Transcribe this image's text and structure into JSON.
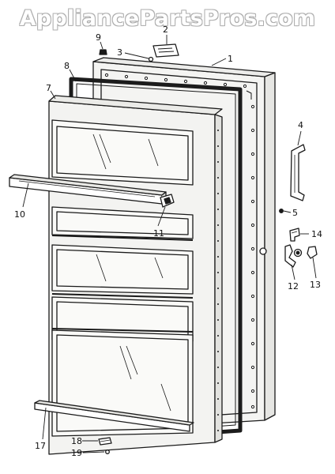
{
  "watermark": "AppliancePartsPros.com",
  "callouts": [
    {
      "id": "1",
      "text": "1"
    },
    {
      "id": "2",
      "text": "2"
    },
    {
      "id": "3",
      "text": "3"
    },
    {
      "id": "4",
      "text": "4"
    },
    {
      "id": "5",
      "text": "5"
    },
    {
      "id": "7",
      "text": "7"
    },
    {
      "id": "8",
      "text": "8"
    },
    {
      "id": "9",
      "text": "9"
    },
    {
      "id": "10",
      "text": "10"
    },
    {
      "id": "11",
      "text": "11"
    },
    {
      "id": "12",
      "text": "12"
    },
    {
      "id": "13",
      "text": "13"
    },
    {
      "id": "14",
      "text": "14"
    },
    {
      "id": "17",
      "text": "17"
    },
    {
      "id": "18",
      "text": "18"
    },
    {
      "id": "19",
      "text": "19"
    }
  ],
  "colors": {
    "line": "#1a1a1a",
    "panel": "#f3f3f1",
    "gasket": "#1c1c1c"
  }
}
